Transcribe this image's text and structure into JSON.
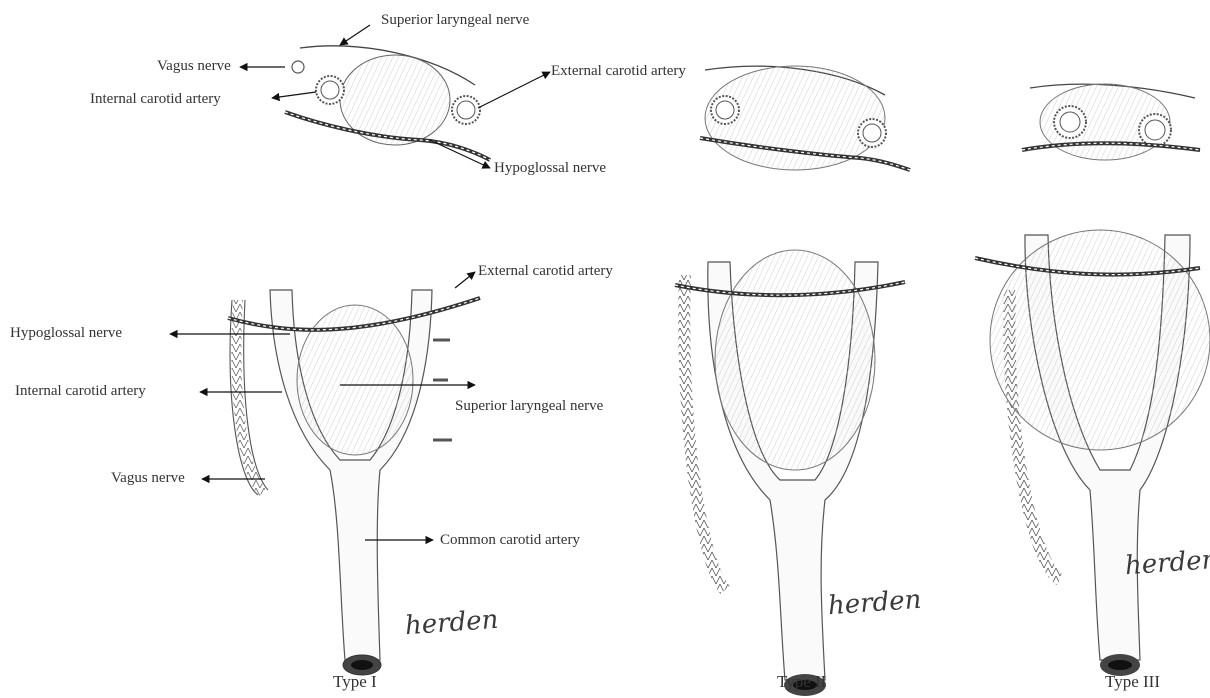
{
  "labels": {
    "top_superior_laryngeal": "Superior laryngeal nerve",
    "top_vagus": "Vagus nerve",
    "top_internal_carotid": "Internal carotid artery",
    "top_external_carotid": "External carotid artery",
    "top_hypoglossal": "Hypoglossal nerve",
    "main_external_carotid": "External carotid artery",
    "main_hypoglossal": "Hypoglossal nerve",
    "main_internal_carotid": "Internal carotid artery",
    "main_superior_laryngeal": "Superior laryngeal nerve",
    "main_vagus": "Vagus nerve",
    "main_common_carotid": "Common carotid artery"
  },
  "types": [
    "Type I",
    "Type II",
    "Type III"
  ],
  "signature": "herden"
}
